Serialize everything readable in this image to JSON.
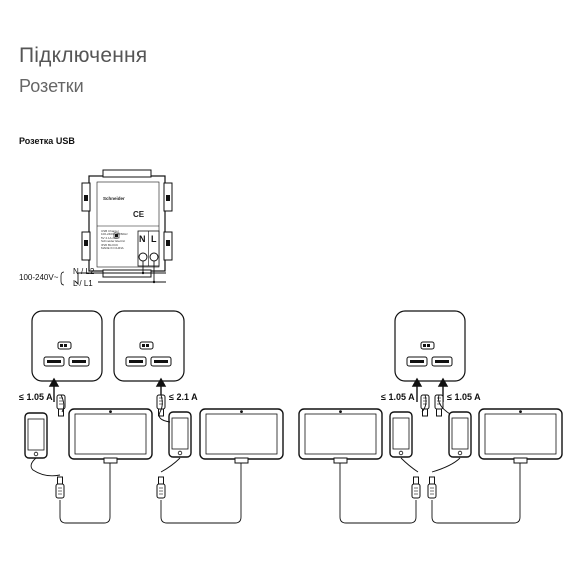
{
  "header": {
    "title": "Підключення",
    "subtitle": "Розетки"
  },
  "section": {
    "label": "Розетка USB"
  },
  "wiring": {
    "voltage": "100-240V",
    "n_label": "N / L2",
    "l_label": "L / L1",
    "terminal_n": "N",
    "terminal_l": "L"
  },
  "module": {
    "brand": "Schneider",
    "ce_mark": "CE",
    "label_lines": [
      "USB Charger",
      "100-240V~ 50/60Hz",
      "5V  2.1A max",
      "Schneider Electric",
      "IP20  BLOCK",
      "MADE IN CHINA"
    ]
  },
  "currents": {
    "a": "≤ 1.05 A",
    "b": "≤ 2.1 A",
    "c": "≤ 1.05 A",
    "d": "≤ 1.05 A"
  },
  "colors": {
    "line": "#1a1a1a",
    "device_fill": "#ffffff",
    "grey": "#555555"
  }
}
